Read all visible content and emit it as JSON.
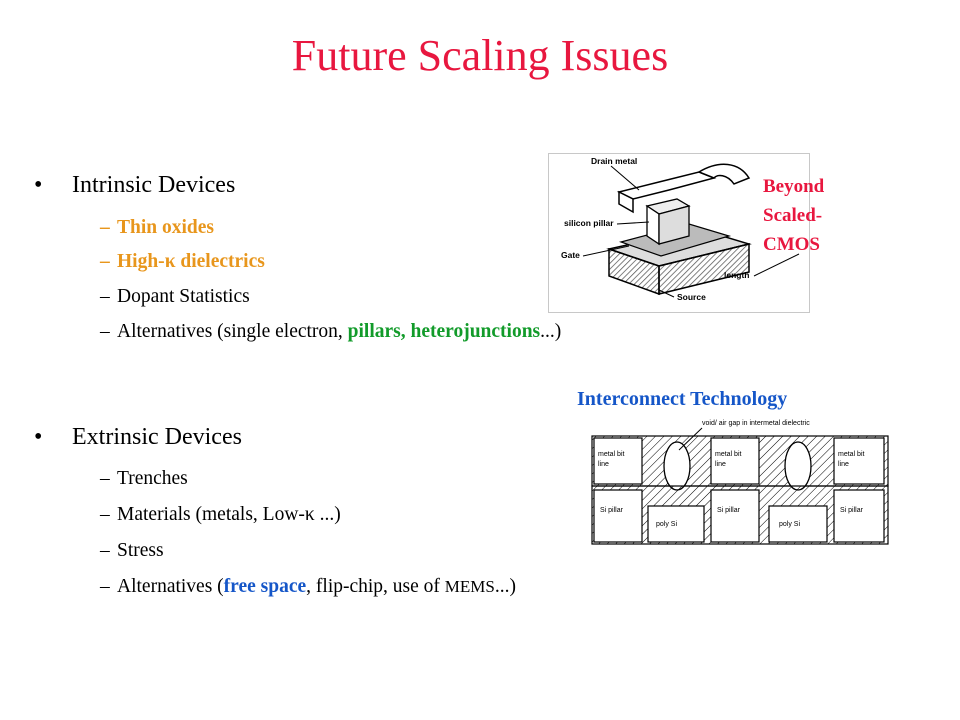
{
  "title": "Future Scaling Issues",
  "intrinsic": {
    "heading": "Intrinsic Devices",
    "items": {
      "thin_oxides": "Thin oxides",
      "high_k_prefix": "High-",
      "high_k_symbol": "κ",
      "high_k_suffix": " dielectrics",
      "dopant": "Dopant Statistics",
      "alt_prefix": "Alternatives (single electron, ",
      "alt_green": "pillars, heterojunctions",
      "alt_suffix": "...)"
    }
  },
  "extrinsic": {
    "heading": "Extrinsic Devices",
    "items": {
      "trenches": "Trenches",
      "materials": "Materials (metals, Low-κ ...)",
      "stress": "Stress",
      "alt_prefix": "Alternatives (",
      "alt_blue": "free space",
      "alt_mid": ", flip-chip, use of ",
      "alt_mems": "MEMS",
      "alt_suffix": "...)"
    }
  },
  "bullet_glyph": "•",
  "dash_glyph": "–",
  "beyond": [
    "Beyond",
    "Scaled-",
    "CMOS"
  ],
  "pillar_figure": {
    "labels": {
      "drain_metal": "Drain metal",
      "silicon_pillar": "silicon pillar",
      "gate": "Gate",
      "length": "length",
      "source": "Source"
    }
  },
  "interconnect": {
    "title": "Interconnect Technology",
    "labels": {
      "void": "void/ air gap in intermetal dielectric",
      "metal_line_1": "metal bit",
      "metal_line_2": "line",
      "si_pillar": "Si pillar",
      "poly_si": "poly Si"
    }
  }
}
